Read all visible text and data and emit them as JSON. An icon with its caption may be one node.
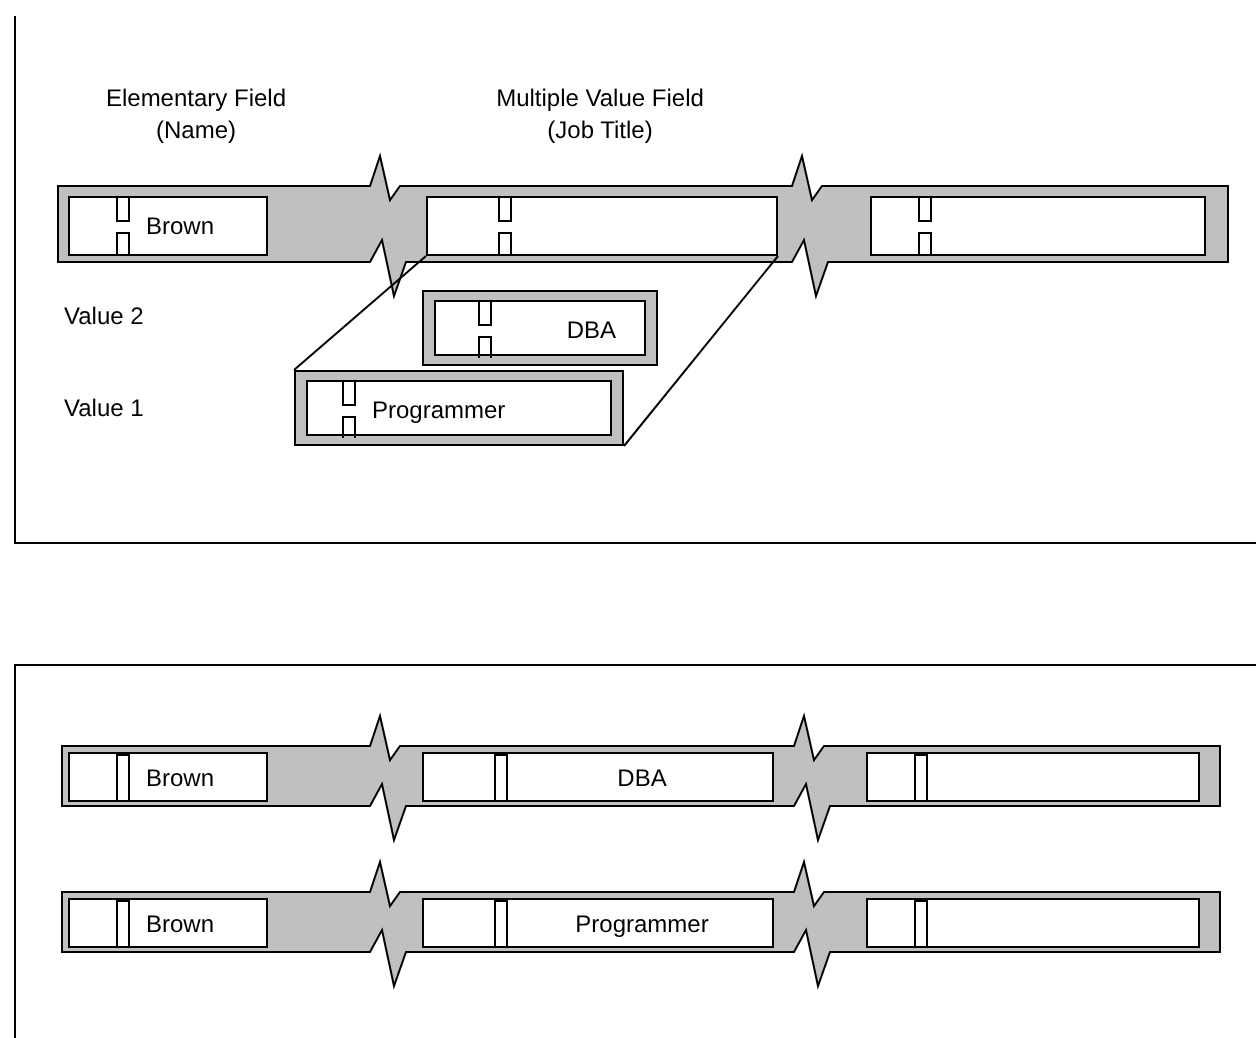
{
  "diagram": {
    "nodes": [
      {
        "text": [
          "Brown"
        ]
      },
      {
        "text": [],
        "shape": "box"
      },
      {
        "text": [],
        "shape": "box"
      },
      {
        "text": [
          "DBA"
        ]
      },
      {
        "text": [
          "Programmer"
        ]
      },
      {
        "text": [
          "Brown"
        ]
      },
      {
        "text": [
          "DBA"
        ]
      },
      {
        "text": [],
        "shape": "box"
      },
      {
        "text": [
          "Brown"
        ]
      },
      {
        "text": [
          "Programmer"
        ]
      },
      {
        "text": [],
        "shape": "box"
      }
    ],
    "edges": [
      {
        "from": 1,
        "to": 4,
        "arrow": "none"
      },
      {
        "from": 1,
        "to": 4,
        "arrow": "none"
      }
    ],
    "labels": [
      "Elementary Field (Name)",
      "Multiple Value Field (Job Title)",
      "Value 2",
      "Value 1"
    ]
  }
}
